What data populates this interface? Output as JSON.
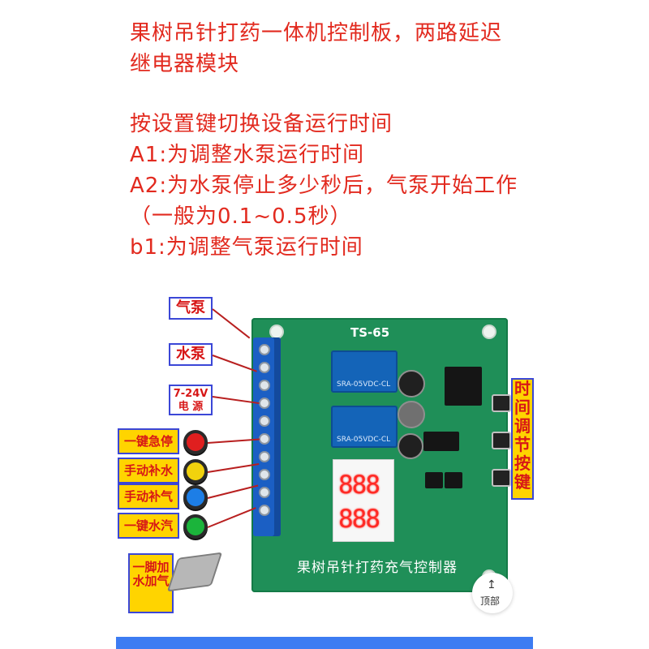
{
  "intro": {
    "line1": "果树吊针打药一体机控制板，两路延迟",
    "line2": "继电器模块",
    "line3": "按设置键切换设备运行时间",
    "line4": "A1:为调整水泵运行时间",
    "line5": "A2:为水泵停止多少秒后，气泵开始工作",
    "line6": "（一般为0.1~0.5秒）",
    "line7": "b1:为调整气泵运行时间"
  },
  "board": {
    "model": "TS-65",
    "caption": "果树吊针打药充气控制器",
    "display": "888 888",
    "relay_text": "SRA-05VDC-CL",
    "side_text": "按设置键切换 设备运行时间"
  },
  "labels": {
    "air_pump": "气泵",
    "water_pump": "水泵",
    "power": "7-24V 电 源",
    "estop": "一键急停",
    "manual_water": "手动补水",
    "manual_air": "手动补气",
    "one_key": "一键水汽",
    "time_adjust": "时间调节按键",
    "foot": "一脚加水加气"
  },
  "top_button": {
    "label": "顶部"
  },
  "colors": {
    "red": "#e22a1f",
    "yellow": "#ffd400",
    "blue": "#3b47d7"
  }
}
